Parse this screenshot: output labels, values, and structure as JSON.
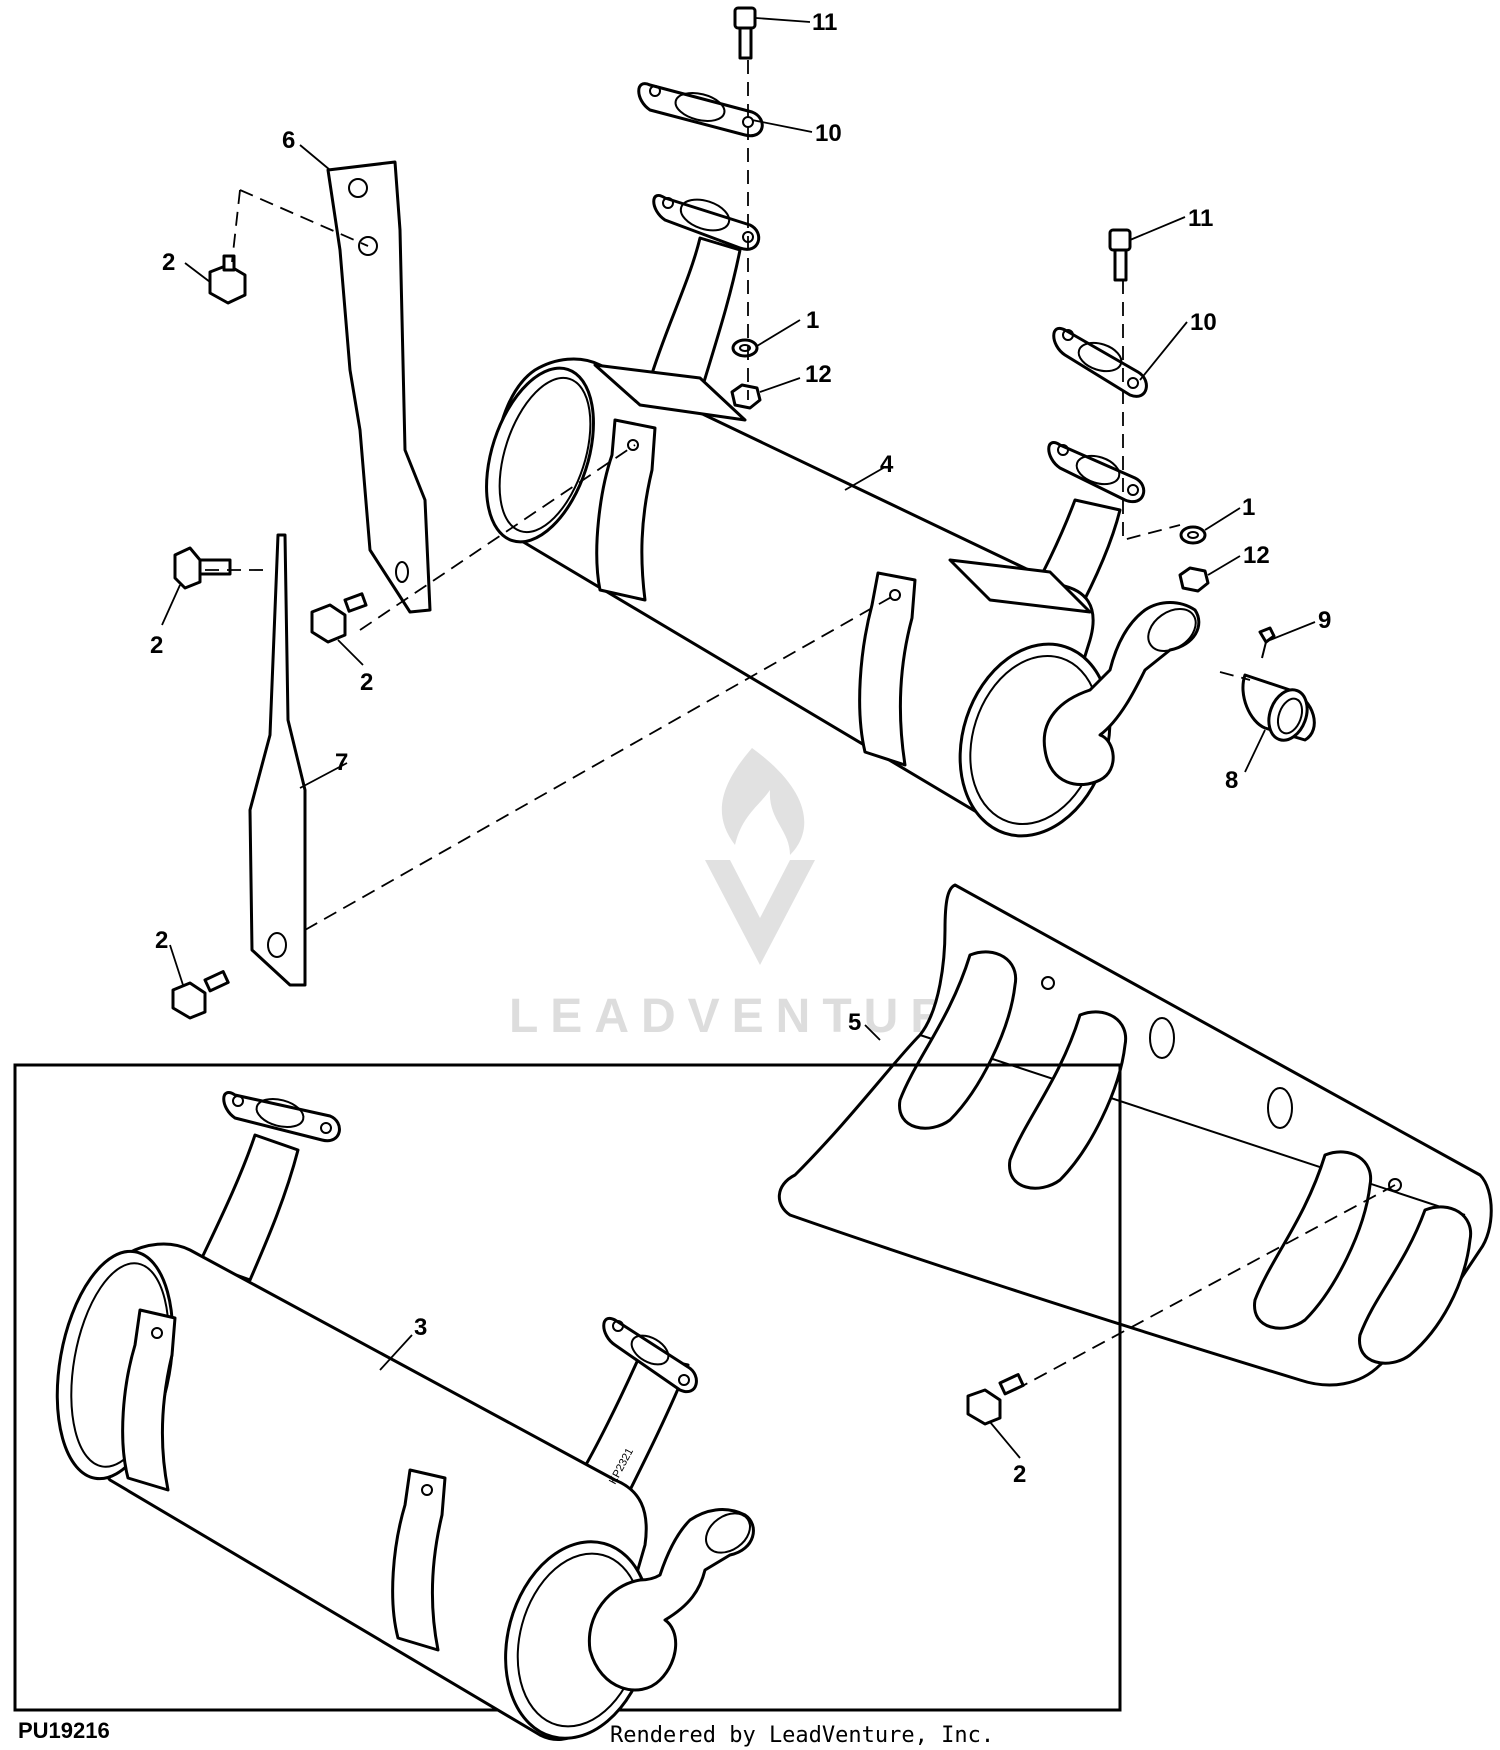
{
  "diagram_id": "PU19216",
  "credit": "Rendered by LeadVenture, Inc.",
  "watermark": "LEADVENTURE",
  "callouts": {
    "c1a": "1",
    "c1b": "1",
    "c2a": "2",
    "c2b": "2",
    "c2c": "2",
    "c2d": "2",
    "c2e": "2",
    "c3": "3",
    "c4": "4",
    "c5": "5",
    "c6": "6",
    "c7": "7",
    "c8": "8",
    "c9": "9",
    "c10a": "10",
    "c10b": "10",
    "c11a": "11",
    "c11b": "11",
    "c12a": "12",
    "c12b": "12"
  },
  "part_stamp": "KP2321"
}
